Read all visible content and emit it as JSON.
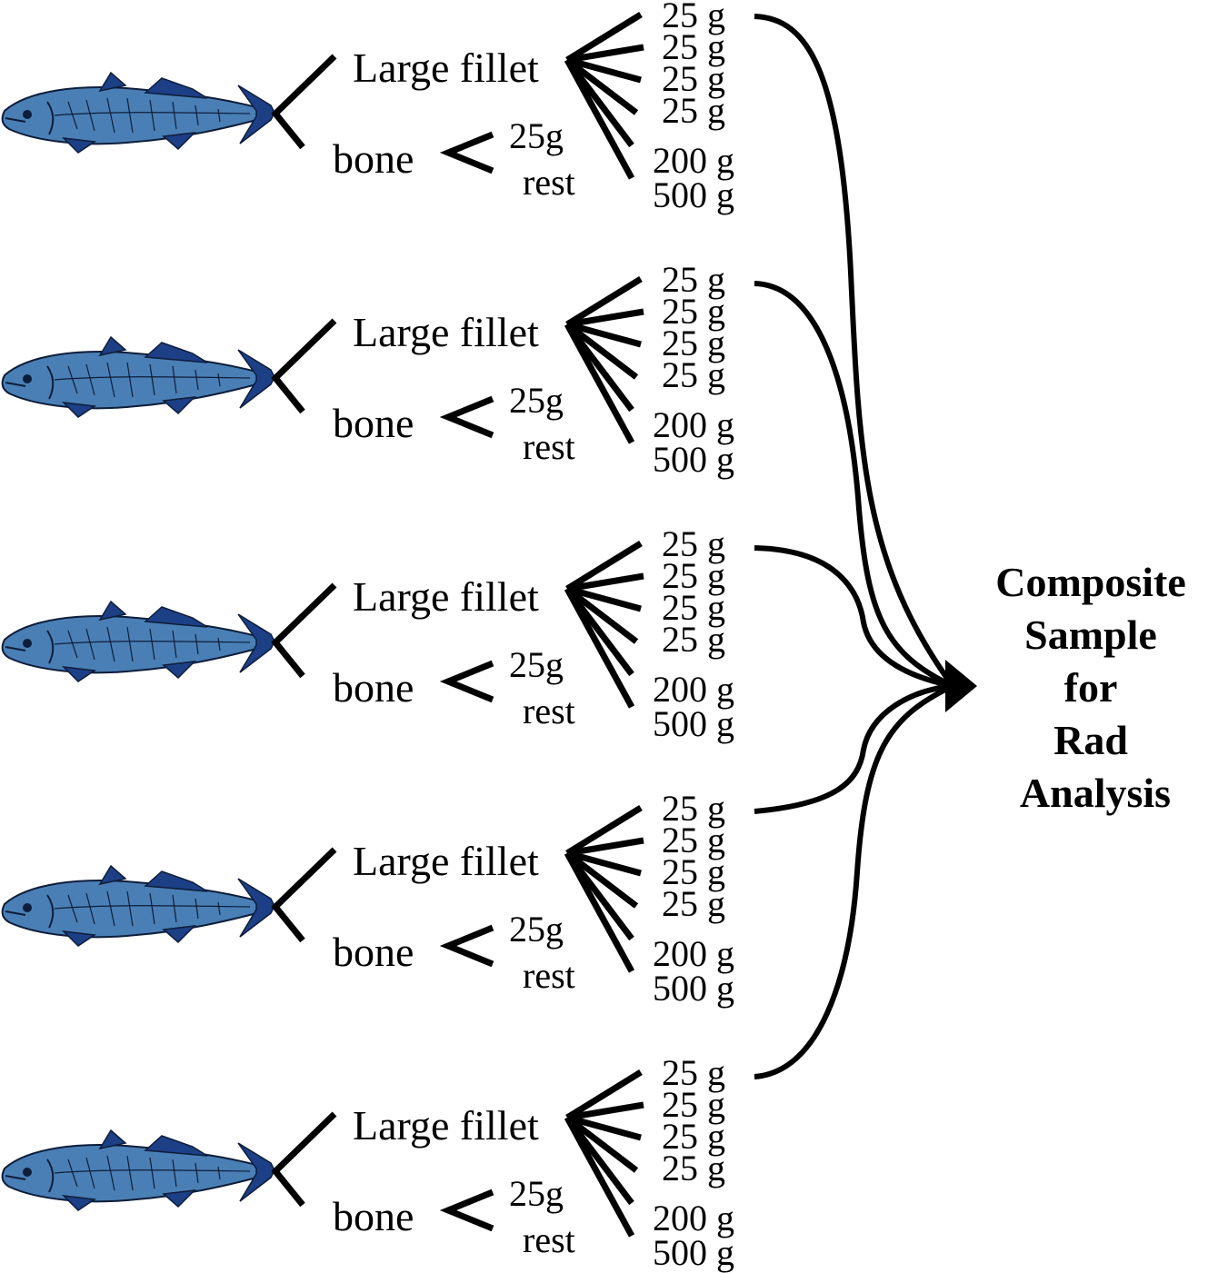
{
  "rows": [
    {
      "fillet_label": "Large fillet",
      "bone_label": "bone",
      "bone_parts": [
        "25g",
        "rest"
      ],
      "portions": [
        "25 g",
        "25 g",
        "25 g",
        "25 g",
        "200 g",
        "500 g"
      ]
    },
    {
      "fillet_label": "Large fillet",
      "bone_label": "bone",
      "bone_parts": [
        "25g",
        "rest"
      ],
      "portions": [
        "25 g",
        "25 g",
        "25 g",
        "25 g",
        "200 g",
        "500 g"
      ]
    },
    {
      "fillet_label": "Large fillet",
      "bone_label": "bone",
      "bone_parts": [
        "25g",
        "rest"
      ],
      "portions": [
        "25 g",
        "25 g",
        "25 g",
        "25 g",
        "200 g",
        "500 g"
      ]
    },
    {
      "fillet_label": "Large fillet",
      "bone_label": "bone",
      "bone_parts": [
        "25g",
        "rest"
      ],
      "portions": [
        "25 g",
        "25 g",
        "25 g",
        "25 g",
        "200 g",
        "500 g"
      ]
    },
    {
      "fillet_label": "Large fillet",
      "bone_label": "bone",
      "bone_parts": [
        "25g",
        "rest"
      ],
      "portions": [
        "25 g",
        "25 g",
        "25 g",
        "25 g",
        "200 g",
        "500 g"
      ]
    }
  ],
  "composite": {
    "lines": [
      "Composite",
      "Sample",
      "for",
      "Rad",
      "Analysis"
    ]
  },
  "colors": {
    "fish_body": "#4a7fb5",
    "fish_fin": "#1c3f86",
    "ink": "#000000"
  },
  "icons": {
    "fish": "fish-icon"
  }
}
